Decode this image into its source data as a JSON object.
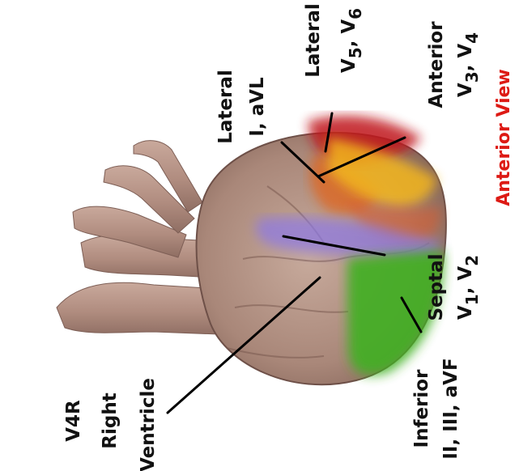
{
  "title": {
    "prefix": "Anterior",
    "suffix": "View",
    "color": "#dd1a14"
  },
  "regions": [
    {
      "key": "lateral_high",
      "name": "Lateral",
      "leads": "I, aVL",
      "color": "#d2691e"
    },
    {
      "key": "lateral_low",
      "name": "Lateral",
      "leads_base": "V",
      "sub1": "5",
      "sep": ", V",
      "sub2": "6",
      "color": "#b01515"
    },
    {
      "key": "anterior",
      "name": "Anterior",
      "leads_base": "V",
      "sub1": "3",
      "sep": ", V",
      "sub2": "4",
      "color": "#e8b019"
    },
    {
      "key": "septal",
      "name": "Septal",
      "leads_base": "V",
      "sub1": "1",
      "sep": ", V",
      "sub2": "2",
      "color": "#8a74d8"
    },
    {
      "key": "inferior",
      "name": "Inferior",
      "leads": "II, III, aVF",
      "color": "#3fae22"
    },
    {
      "key": "right",
      "name_line1": "V4R",
      "name_line2": "Right",
      "name_line3": "Ventricle"
    }
  ]
}
